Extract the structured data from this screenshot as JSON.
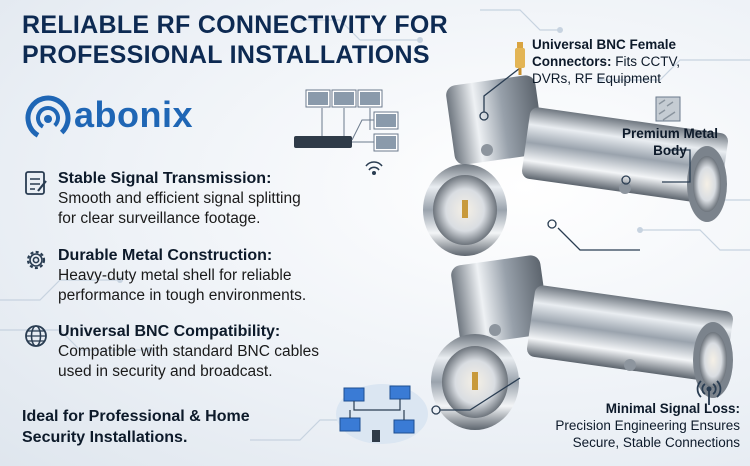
{
  "headline": {
    "line1": "RELIABLE RF CONNECTIVITY FOR",
    "line2": "PROFESSIONAL INSTALLATIONS"
  },
  "brand": {
    "name": "abonix",
    "color": "#1f66b5"
  },
  "features": [
    {
      "icon": "checklist-icon",
      "title": "Stable Signal Transmission:",
      "desc_line1": "Smooth and efficient signal splitting",
      "desc_line2": "for clear surveillance footage."
    },
    {
      "icon": "gear-icon",
      "title": "Durable Metal Construction:",
      "desc_line1": "Heavy-duty metal shell for reliable",
      "desc_line2": "performance in tough environments."
    },
    {
      "icon": "globe-icon",
      "title": "Universal BNC Compatibility:",
      "desc_line1": "Compatible with standard BNC cables",
      "desc_line2": "used in security and broadcast."
    }
  ],
  "footer": {
    "line1": "Ideal for Professional & Home",
    "line2": "Security Installations."
  },
  "callouts": {
    "bnc_title": "Universal BNC Female",
    "bnc_bold": "Connectors:",
    "bnc_rest": " Fits CCTV,",
    "bnc_line3": "DVRs, RF Equipment",
    "metal_line1": "Premium Metal",
    "metal_line2": "Body",
    "loss_title": "Minimal Signal Loss:",
    "loss_line1": "Precision Engineering Ensures",
    "loss_line2": "Secure, Stable Connections"
  },
  "colors": {
    "headline": "#0d2a52",
    "accent": "#1f66b5",
    "line": "#2a3d52"
  }
}
